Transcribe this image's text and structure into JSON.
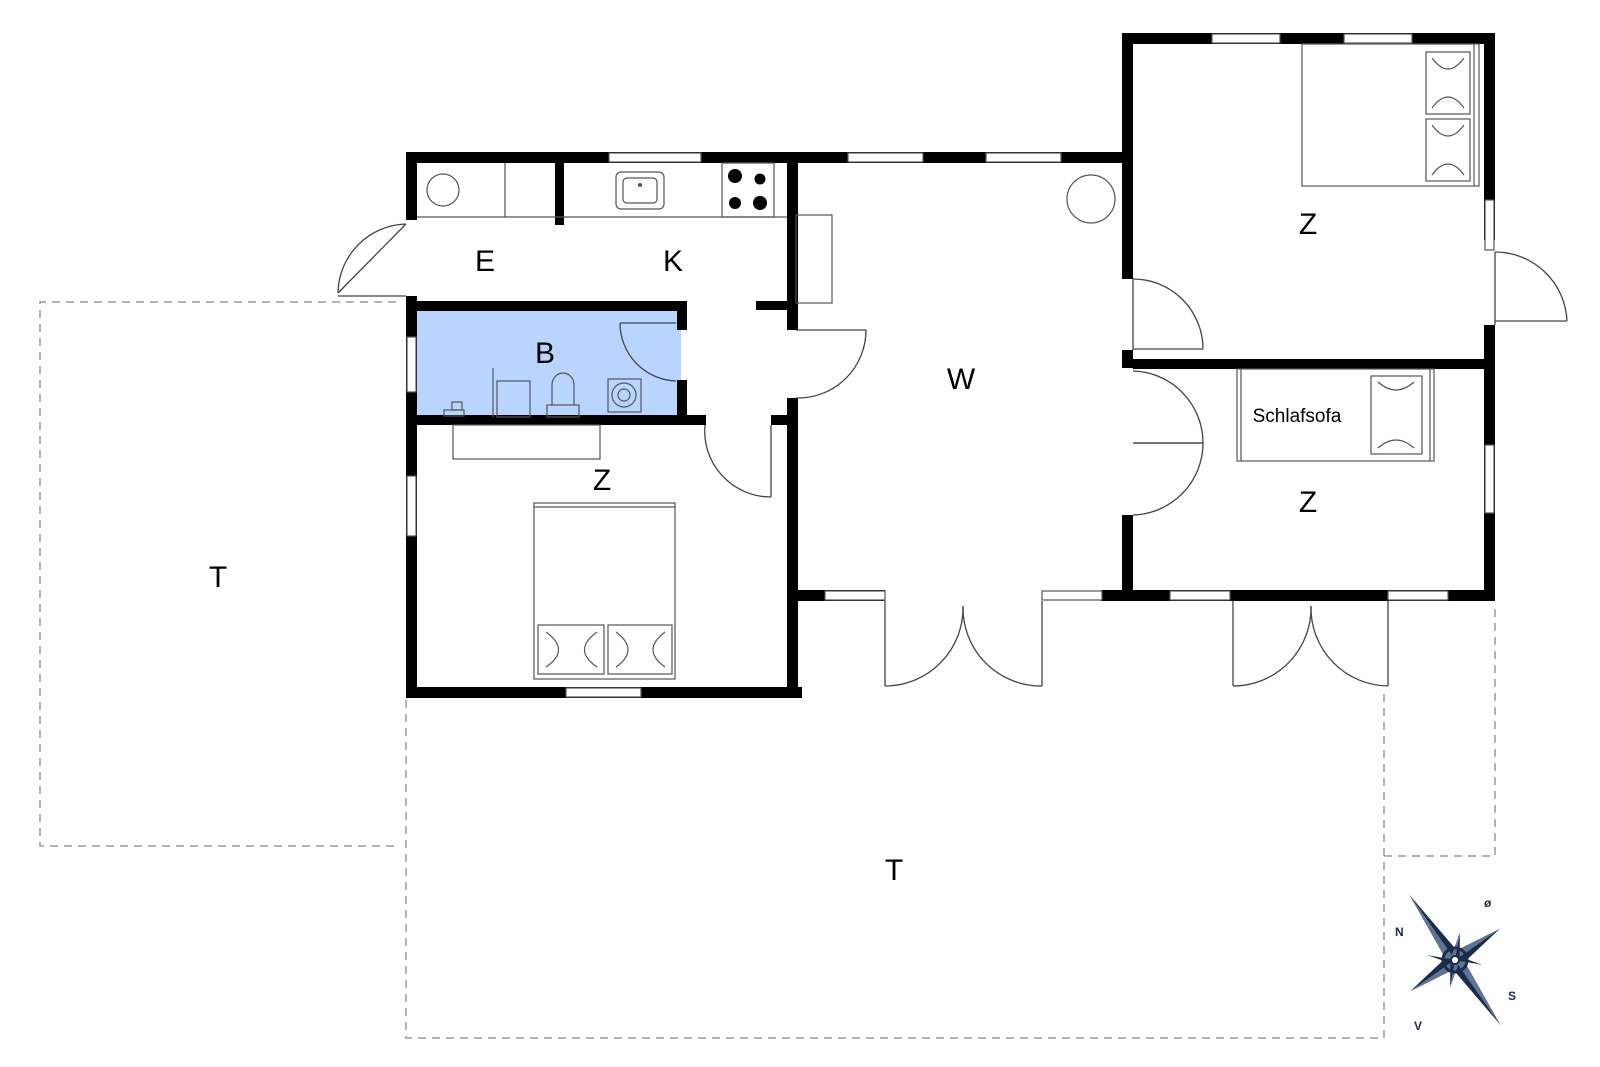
{
  "floorplan": {
    "rooms": {
      "entry": "E",
      "kitchen": "K",
      "bath": "B",
      "bedroom_left": "Z",
      "living": "W",
      "bedroom_top_right": "Z",
      "bedroom_mid_right": "Z",
      "sofa_label": "Schlafsofa",
      "terrace_left": "T",
      "terrace_bottom": "T"
    },
    "compass": {
      "north": "N",
      "east": "ø",
      "south": "S",
      "west": "V"
    },
    "colors": {
      "walls": "#000000",
      "bathroom_fill": "#b9d5ff",
      "terrace_outline": "#9a9a9a",
      "compass": "#1b2b4a"
    }
  }
}
